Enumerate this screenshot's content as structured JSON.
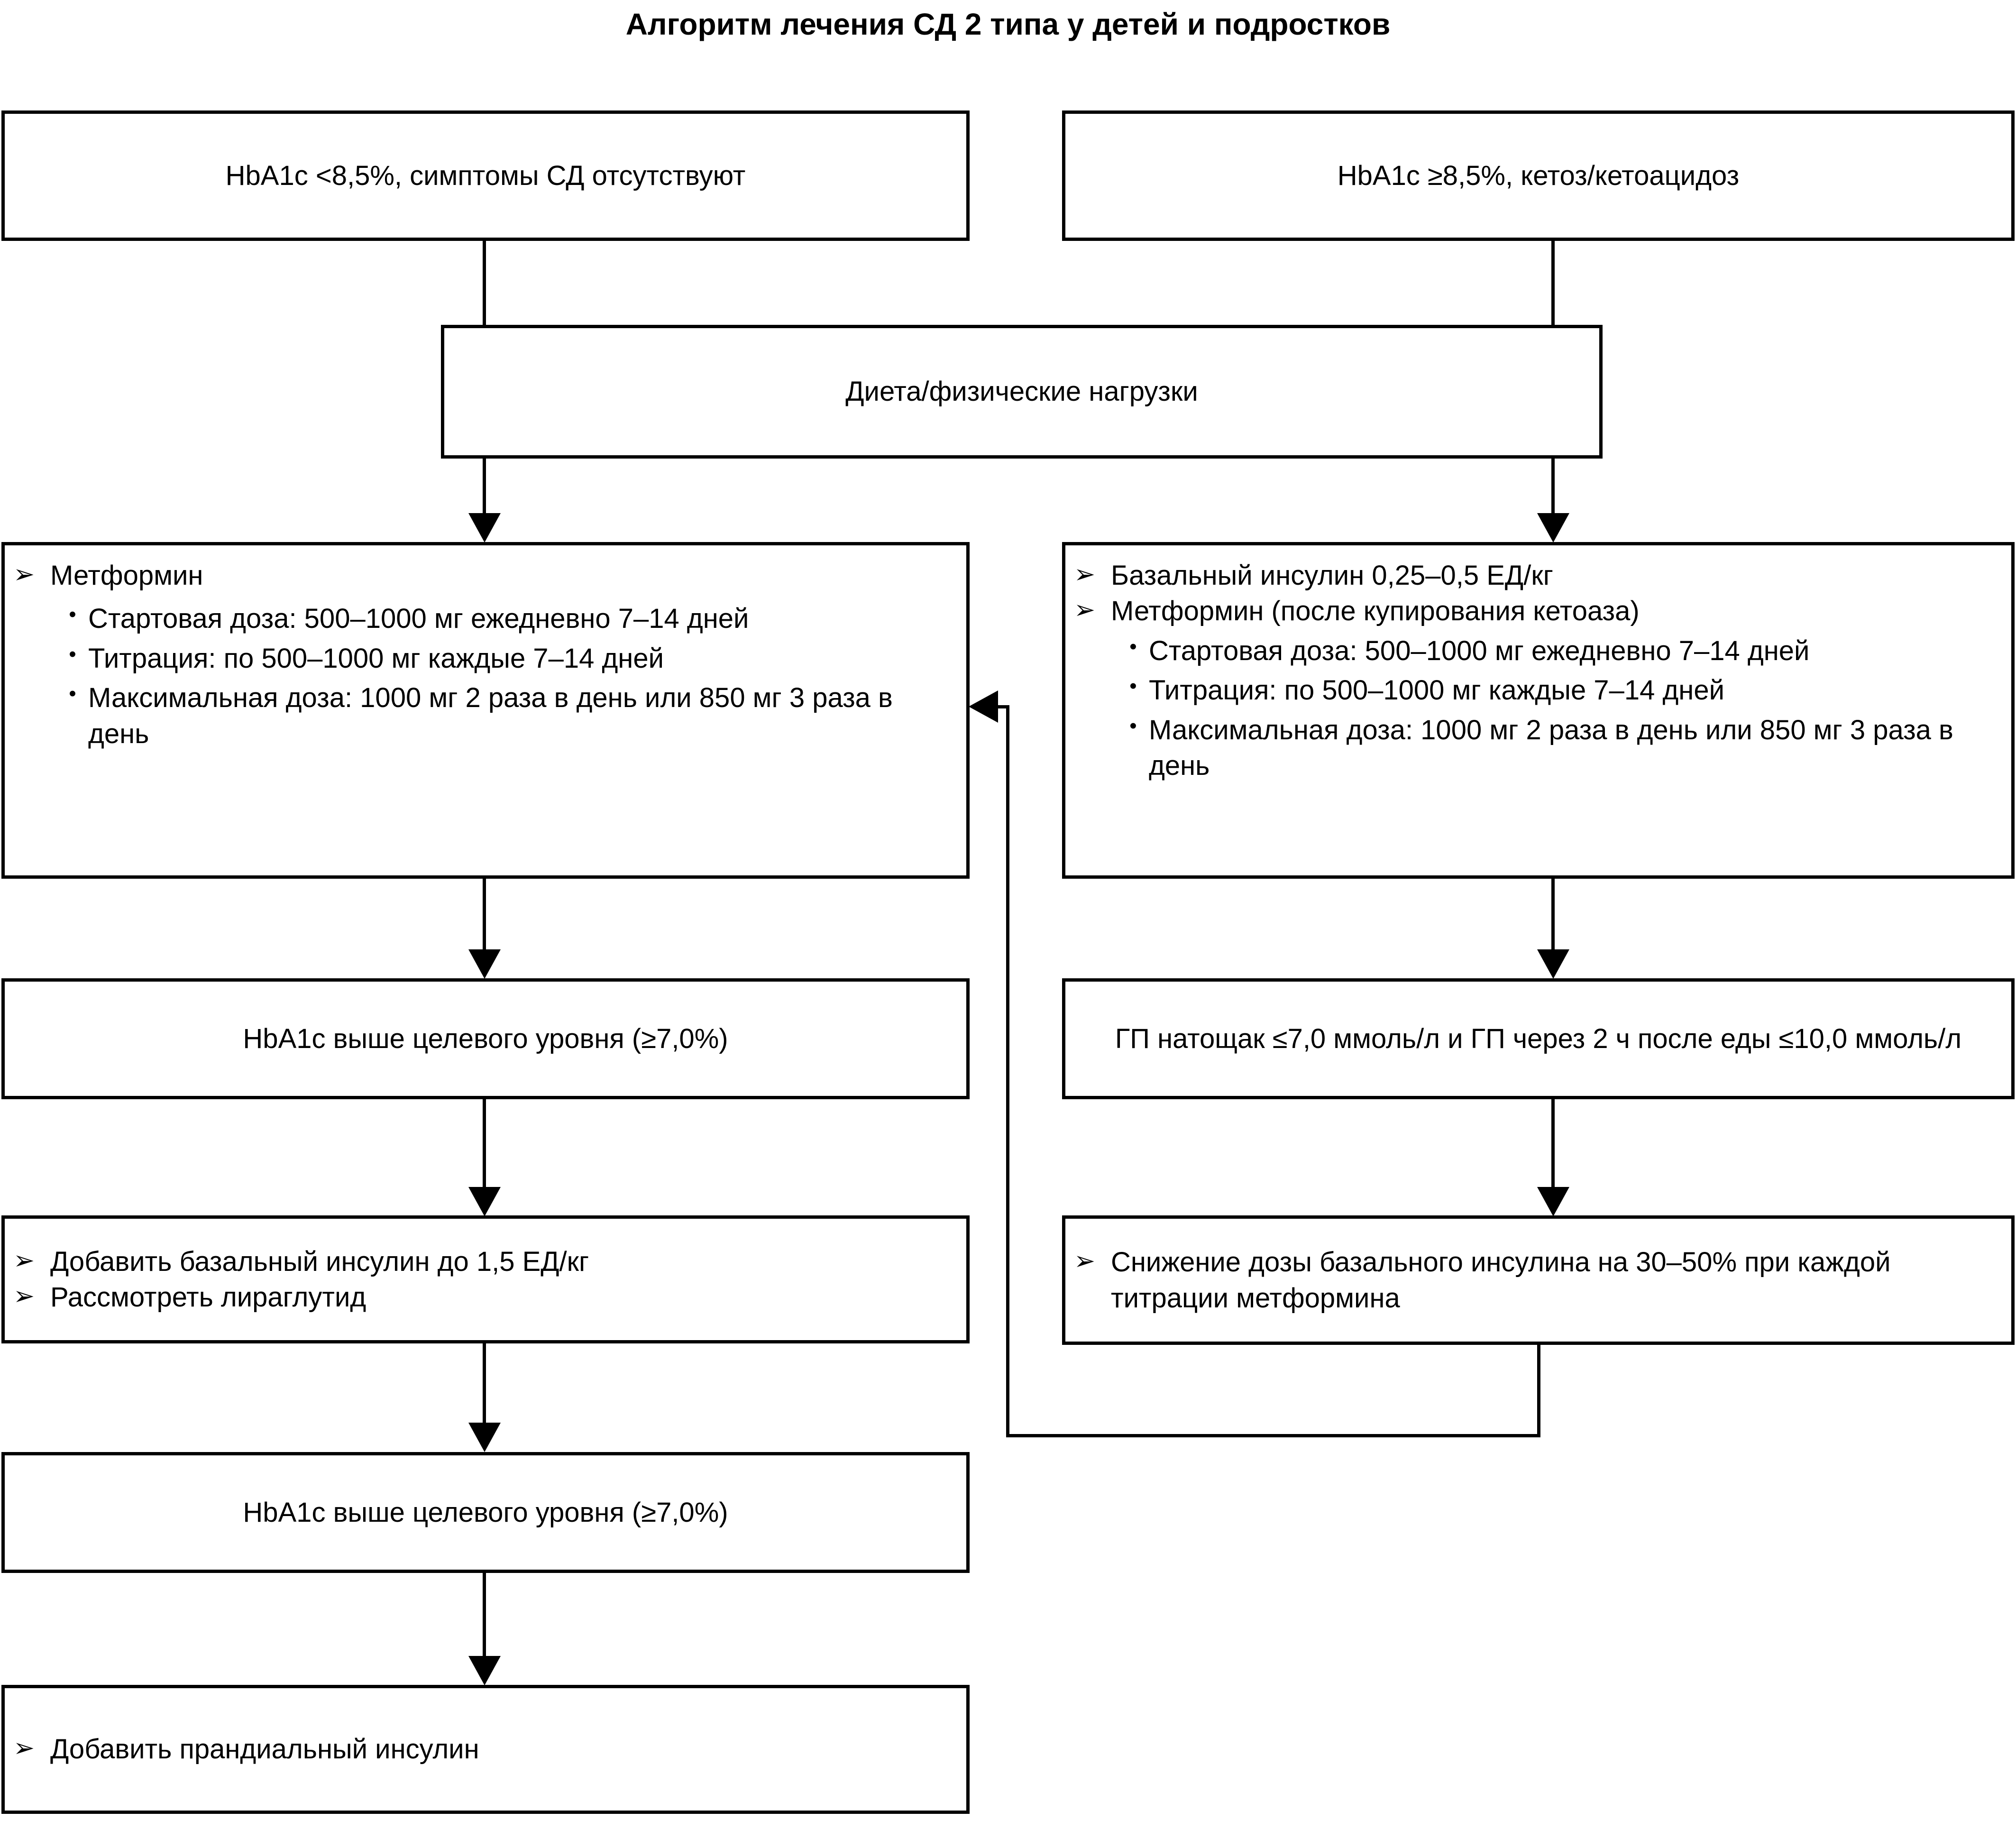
{
  "title": "Алгоритм лечения СД 2 типа у детей и подростков",
  "markers": {
    "chevron": "➢",
    "dot": "•"
  },
  "colors": {
    "line": "#000000",
    "background": "#ffffff",
    "text": "#000000"
  },
  "nodes": {
    "left_entry": {
      "text": "HbA1c <8,5%, симптомы СД отсутствуют"
    },
    "right_entry": {
      "text": "HbA1c ≥8,5%, кетоз/кетоацидоз"
    },
    "lifestyle": {
      "text": "Диета/физические нагрузки"
    },
    "left_metformin": {
      "items": [
        {
          "level": 1,
          "text": "Метформин"
        },
        {
          "level": 2,
          "text": "Стартовая доза: 500–1000 мг ежедневно 7–14 дней"
        },
        {
          "level": 2,
          "text": "Титрация: по 500–1000 мг каждые 7–14 дней"
        },
        {
          "level": 2,
          "text": "Максимальная доза: 1000 мг 2 раза в день или 850 мг 3 раза в день"
        }
      ]
    },
    "right_insulin_metformin": {
      "items": [
        {
          "level": 1,
          "text": "Базальный инсулин 0,25–0,5 ЕД/кг"
        },
        {
          "level": 1,
          "text": "Метформин (после купирования кетоаза)"
        },
        {
          "level": 2,
          "text": "Стартовая доза: 500–1000 мг ежедневно 7–14 дней"
        },
        {
          "level": 2,
          "text": "Титрация: по 500–1000 мг каждые 7–14 дней"
        },
        {
          "level": 2,
          "text": "Максимальная доза: 1000 мг 2 раза в день или 850 мг 3 раза в день"
        }
      ]
    },
    "left_hba1c_1": {
      "text": "HbA1c выше целевого уровня (≥7,0%)"
    },
    "right_targets": {
      "text": "ГП натощак ≤7,0 ммоль/л и ГП через 2 ч после еды ≤10,0 ммоль/л"
    },
    "left_add_basal": {
      "items": [
        {
          "level": 1,
          "text": "Добавить базальный инсулин до 1,5 ЕД/кг"
        },
        {
          "level": 1,
          "text": "Рассмотреть лираглутид"
        }
      ]
    },
    "right_reduce_dose": {
      "items": [
        {
          "level": 1,
          "text": "Снижение дозы базального инсулина на 30–50% при каждой титрации метформина"
        }
      ]
    },
    "left_hba1c_2": {
      "text": "HbA1c выше целевого уровня (≥7,0%)"
    },
    "left_prandial": {
      "items": [
        {
          "level": 1,
          "text": "Добавить прандиальный инсулин"
        }
      ]
    }
  },
  "connectors": [
    {
      "name": "left-entry-to-lifestyle",
      "from": "left_entry",
      "to": "lifestyle",
      "arrowhead": false
    },
    {
      "name": "right-entry-to-lifestyle",
      "from": "right_entry",
      "to": "lifestyle",
      "arrowhead": false
    },
    {
      "name": "lifestyle-to-left-metformin",
      "from": "lifestyle",
      "to": "left_metformin",
      "arrowhead": true
    },
    {
      "name": "lifestyle-to-right-insulin",
      "from": "lifestyle",
      "to": "right_insulin_metformin",
      "arrowhead": true
    },
    {
      "name": "left-metformin-to-hba1c-1",
      "from": "left_metformin",
      "to": "left_hba1c_1",
      "arrowhead": true
    },
    {
      "name": "left-hba1c-1-to-add-basal",
      "from": "left_hba1c_1",
      "to": "left_add_basal",
      "arrowhead": true
    },
    {
      "name": "left-add-basal-to-hba1c-2",
      "from": "left_add_basal",
      "to": "left_hba1c_2",
      "arrowhead": true
    },
    {
      "name": "left-hba1c-2-to-prandial",
      "from": "left_hba1c_2",
      "to": "left_prandial",
      "arrowhead": true
    },
    {
      "name": "right-insulin-to-targets",
      "from": "right_insulin_metformin",
      "to": "right_targets",
      "arrowhead": true
    },
    {
      "name": "right-targets-to-reduce-dose",
      "from": "right_targets",
      "to": "right_reduce_dose",
      "arrowhead": true
    },
    {
      "name": "feedback-reduce-dose-to-left-metformin",
      "from": "right_reduce_dose",
      "to": "left_metformin",
      "arrowhead": true
    }
  ]
}
